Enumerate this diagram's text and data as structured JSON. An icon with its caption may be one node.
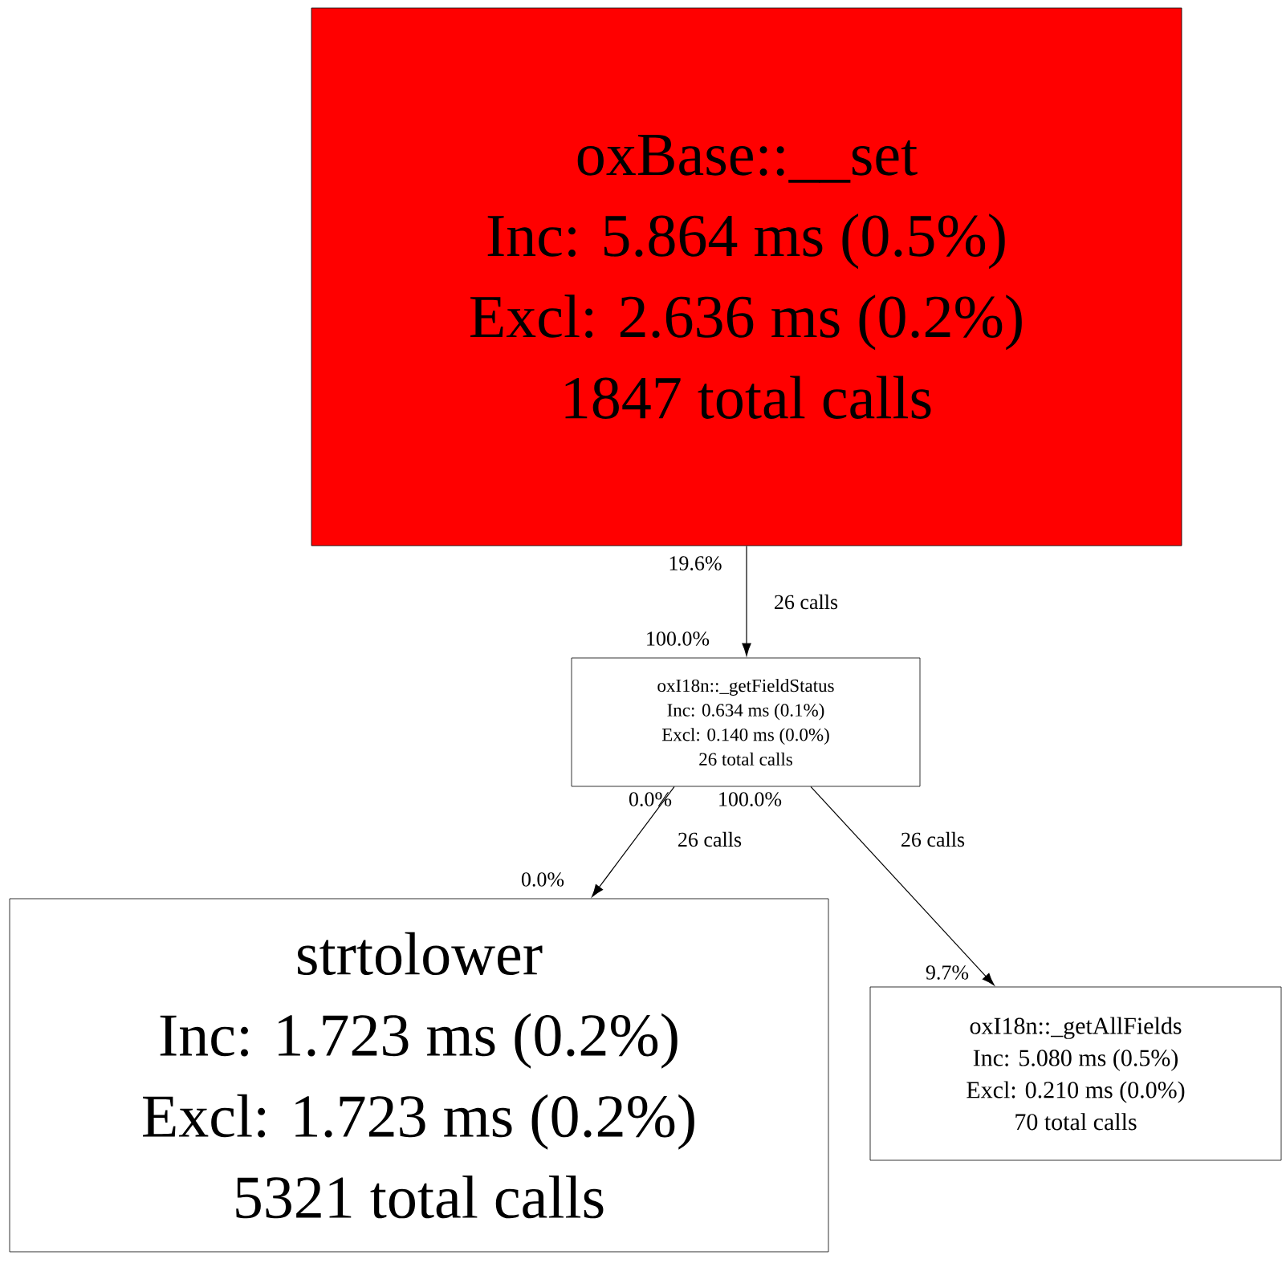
{
  "diagram": {
    "nodes": [
      {
        "text": [
          "oxBase::__set",
          "Inc: 5.864 ms (0.5%)",
          "Excl: 2.636 ms (0.2%)",
          "1847 total calls"
        ]
      },
      {
        "text": [
          "oxI18n::_getFieldStatus",
          "Inc: 0.634 ms (0.1%)",
          "Excl: 0.140 ms (0.0%)",
          "26 total calls"
        ]
      },
      {
        "text": [
          "strtolower",
          "Inc: 1.723 ms (0.2%)",
          "Excl: 1.723 ms (0.2%)",
          "5321 total calls"
        ]
      },
      {
        "text": [
          "oxI18n::_getAllFields",
          "Inc: 5.080 ms (0.5%)",
          "Excl: 0.210 ms (0.0%)",
          "70 total calls"
        ]
      }
    ],
    "edges": [
      {
        "from": 0,
        "to": 1,
        "arrow": "to",
        "label": "26 calls"
      },
      {
        "from": 1,
        "to": 2,
        "arrow": "to",
        "label": "26 calls"
      },
      {
        "from": 1,
        "to": 3,
        "arrow": "to",
        "label": "26 calls"
      }
    ],
    "labels": [
      "19.6%",
      "100.0%",
      "0.0%",
      "100.0%",
      "0.0%",
      "9.7%"
    ]
  }
}
